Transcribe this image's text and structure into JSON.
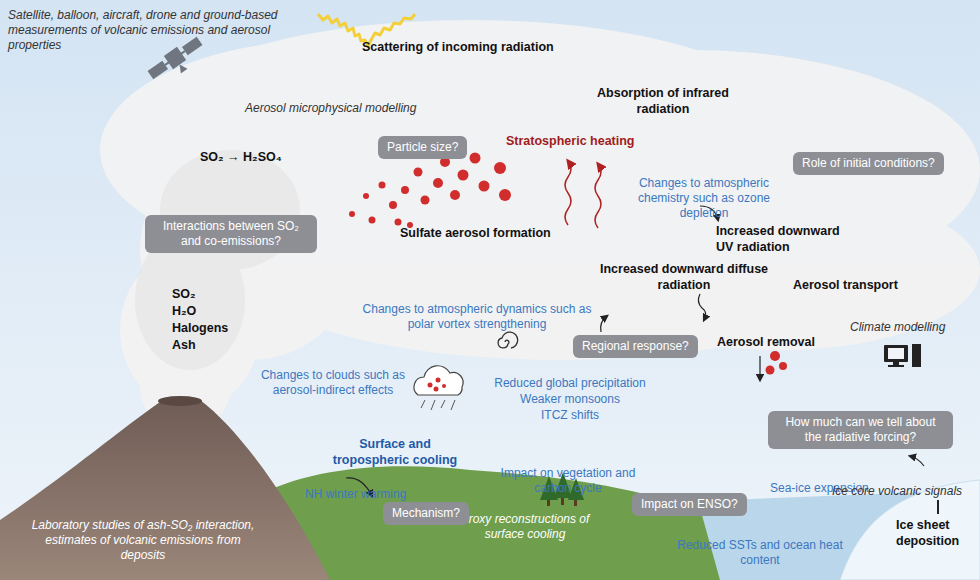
{
  "diagram": {
    "nodes": [
      {
        "text": [
          "Particle size?"
        ]
      },
      {
        "text": [
          "Role of initial conditions?"
        ]
      },
      {
        "text": [
          "Interactions between SO₂ and co-emissions?"
        ]
      },
      {
        "text": [
          "Regional response?"
        ]
      },
      {
        "text": [
          "How much can we tell about the radiative forcing?"
        ]
      },
      {
        "text": [
          "Mechanism?"
        ]
      },
      {
        "text": [
          "Impact on ENSO?"
        ]
      }
    ],
    "labels": [
      "Satellite, balloon, aircraft, drone and ground-based measurements of volcanic emissions and aerosol properties",
      "Scattering of incoming radiation",
      "Absorption of infrared radiation",
      "Aerosol microphysical modelling",
      "SO₂ → H₂SO₄",
      "Stratospheric heating",
      "Sulfate aerosol formation",
      "Changes to atmospheric chemistry such as ozone depletion",
      "Increased downward UV radiation",
      "Increased downward diffuse radiation",
      "Aerosol transport",
      "Climate modelling",
      "Aerosol removal",
      "SO₂",
      "H₂O",
      "Halogens",
      "Ash",
      "Changes to atmospheric dynamics such as polar vortex strengthening",
      "Changes to clouds such as aerosol-indirect effects",
      "Reduced global precipitation",
      "Weaker monsoons",
      "ITCZ shifts",
      "Surface and tropospheric cooling",
      "NH winter warming",
      "Impact on vegetation and carbon cycle",
      "Sea-ice expansion",
      "Ice core volcanic signals",
      "Ice sheet deposition",
      "Laboratory studies of ash-SO₂ interaction, estimates of volcanic emissions from deposits",
      "Proxy reconstructions of surface cooling",
      "Reduced SSTs and ocean heat content"
    ]
  }
}
